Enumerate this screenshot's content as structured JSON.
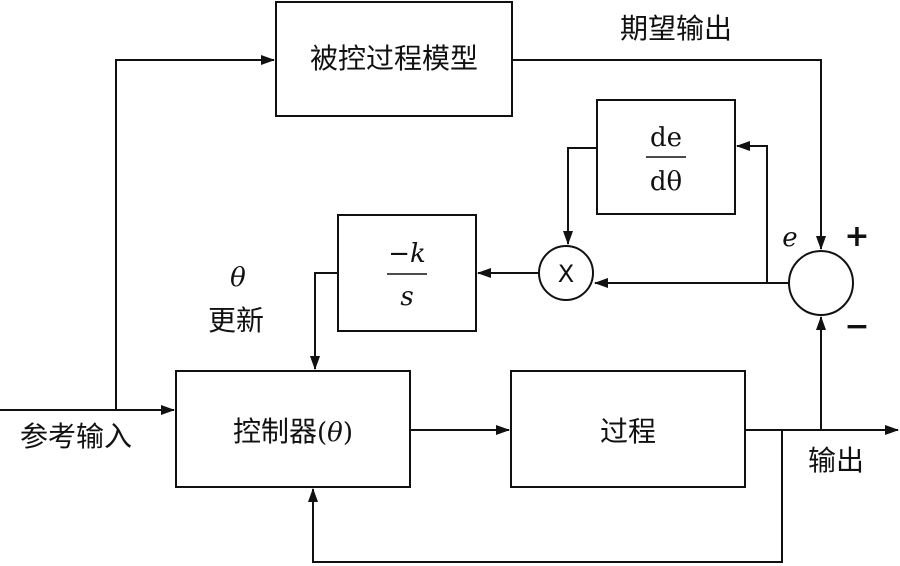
{
  "blocks": {
    "model": "被控过程模型",
    "controller": "控制器",
    "controller_param": "θ",
    "process": "过程",
    "derivative_num": "de",
    "derivative_den": "dθ",
    "gain_num": "−k",
    "gain_den": "s"
  },
  "labels": {
    "desired_output": "期望输出",
    "reference_input": "参考输入",
    "output": "输出",
    "theta": "θ",
    "update": "更新",
    "error": "e",
    "plus": "+",
    "minus": "−",
    "multiply": "X"
  }
}
